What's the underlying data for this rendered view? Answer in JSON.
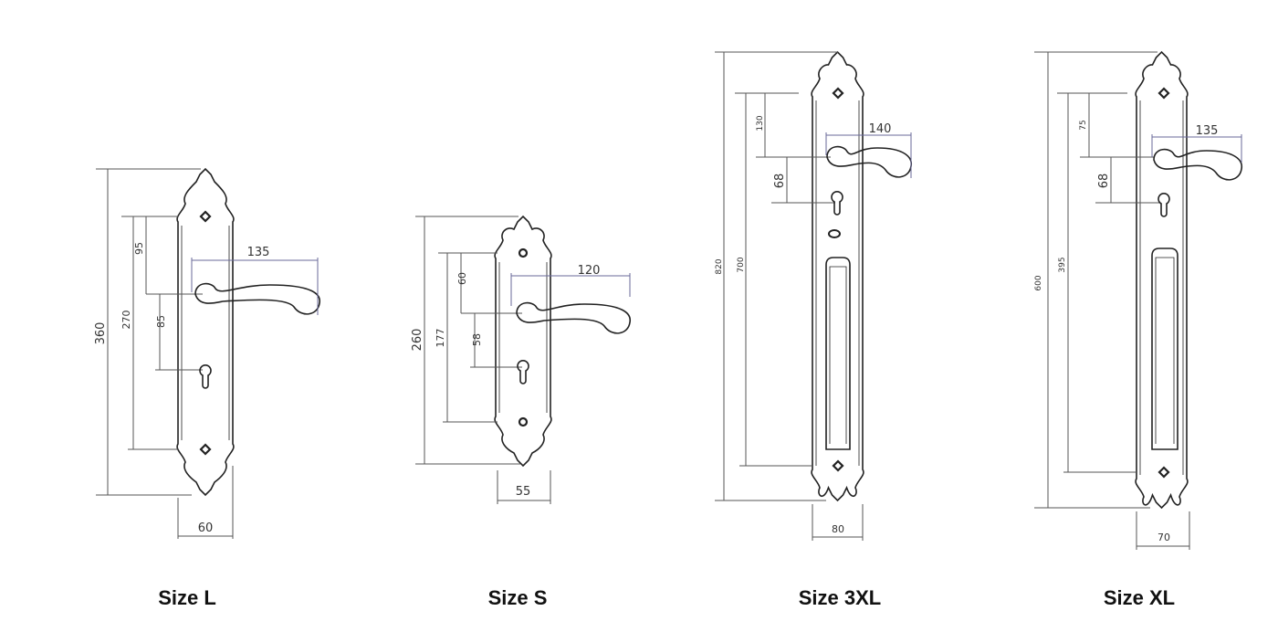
{
  "drawings": [
    {
      "label": "Size L",
      "height": "360",
      "screw_span": "270",
      "top_to_handle": "95",
      "handle_to_key": "85",
      "handle_length": "135",
      "width": "60"
    },
    {
      "label": "Size S",
      "height": "260",
      "screw_span": "177",
      "top_to_handle": "60",
      "handle_to_key": "58",
      "handle_length": "120",
      "width": "55"
    },
    {
      "label": "Size 3XL",
      "height": "820",
      "screw_span": "700",
      "top_to_handle": "130",
      "handle_to_key": "68",
      "handle_length": "140",
      "width": "80"
    },
    {
      "label": "Size XL",
      "height": "600",
      "screw_span": "395",
      "top_to_handle": "75",
      "handle_to_key": "68",
      "handle_length": "135",
      "width": "70"
    }
  ],
  "colors": {
    "line": "#222222",
    "dimension": "#555555",
    "handle_dimension": "#6a6a9a"
  }
}
